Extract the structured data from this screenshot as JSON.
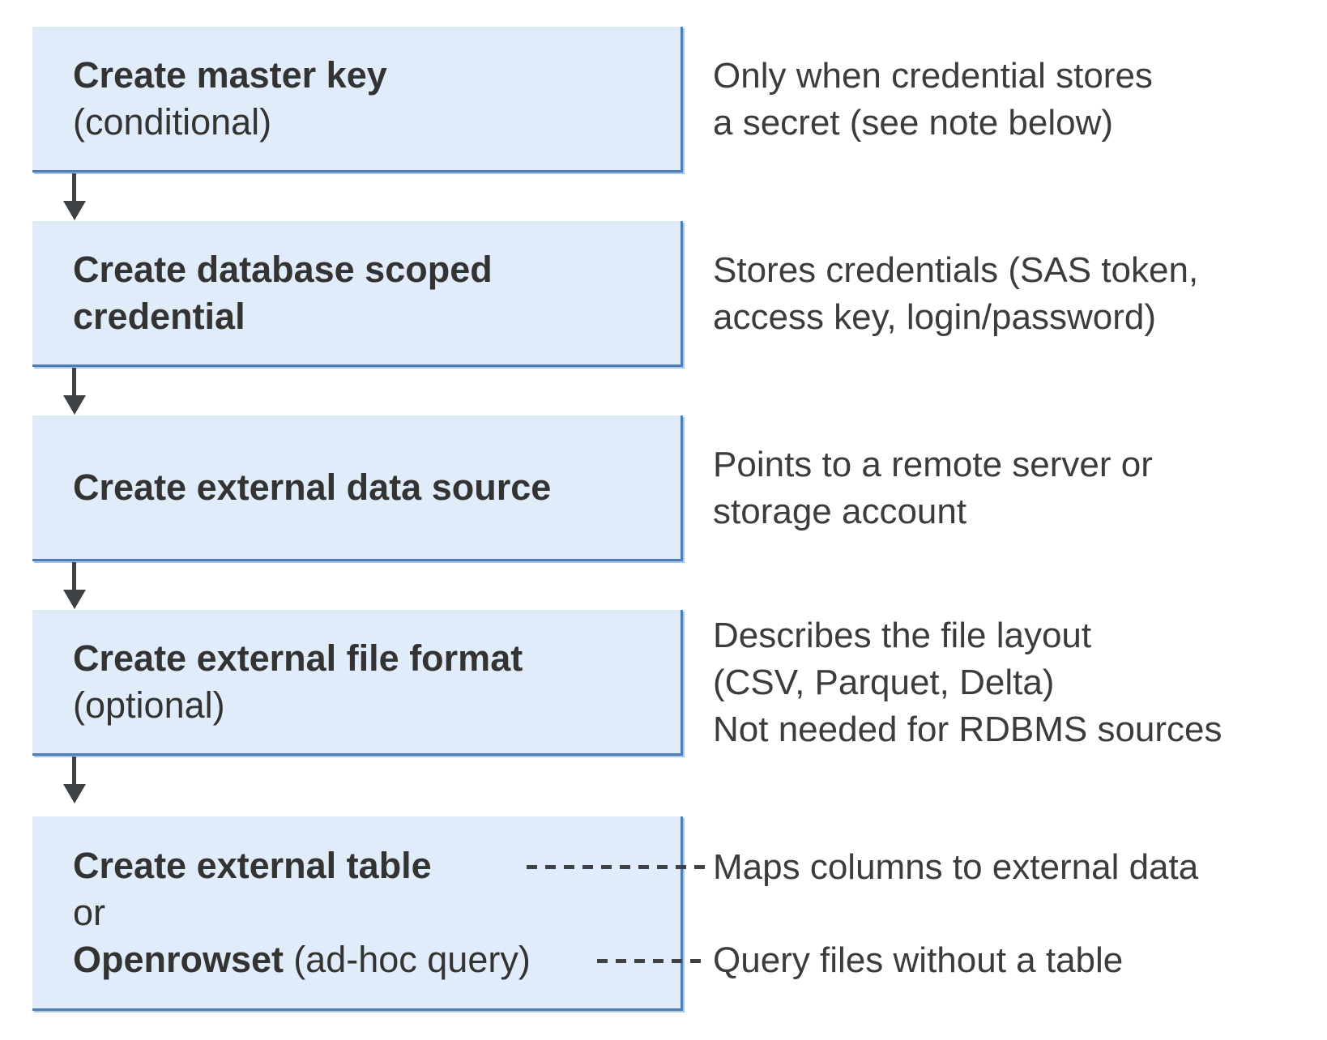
{
  "colors": {
    "box_fill": "#e1ecfa",
    "box_border": "#4d7eb5",
    "box_border_light": "#aac6e6",
    "arrow": "#3f4245",
    "text": "#333333",
    "note_text": "#3c3c3c"
  },
  "steps": [
    {
      "title_lines": [
        "Create master key"
      ],
      "subtitle": "(conditional)",
      "note_lines": [
        "Only when credential stores",
        "a secret (see note below)"
      ]
    },
    {
      "title_lines": [
        "Create database scoped",
        "credential"
      ],
      "note_lines": [
        "Stores credentials (SAS token,",
        "access key, login/password)"
      ]
    },
    {
      "title_lines": [
        "Create external data source"
      ],
      "note_lines": [
        "Points to a remote server or",
        "storage account"
      ]
    },
    {
      "title_lines": [
        "Create external file format"
      ],
      "subtitle": "(optional)",
      "note_lines": [
        "Describes the file layout",
        "(CSV, Parquet, Delta)",
        "Not needed for RDBMS sources"
      ]
    },
    {
      "title_lines": [
        "Create external table"
      ],
      "or_label": "or",
      "openrowset_bold": "Openrowset",
      "openrowset_rest": "(ad-hoc query)",
      "note_lines": [
        "Maps columns to external data",
        "Query files without a table"
      ]
    }
  ]
}
